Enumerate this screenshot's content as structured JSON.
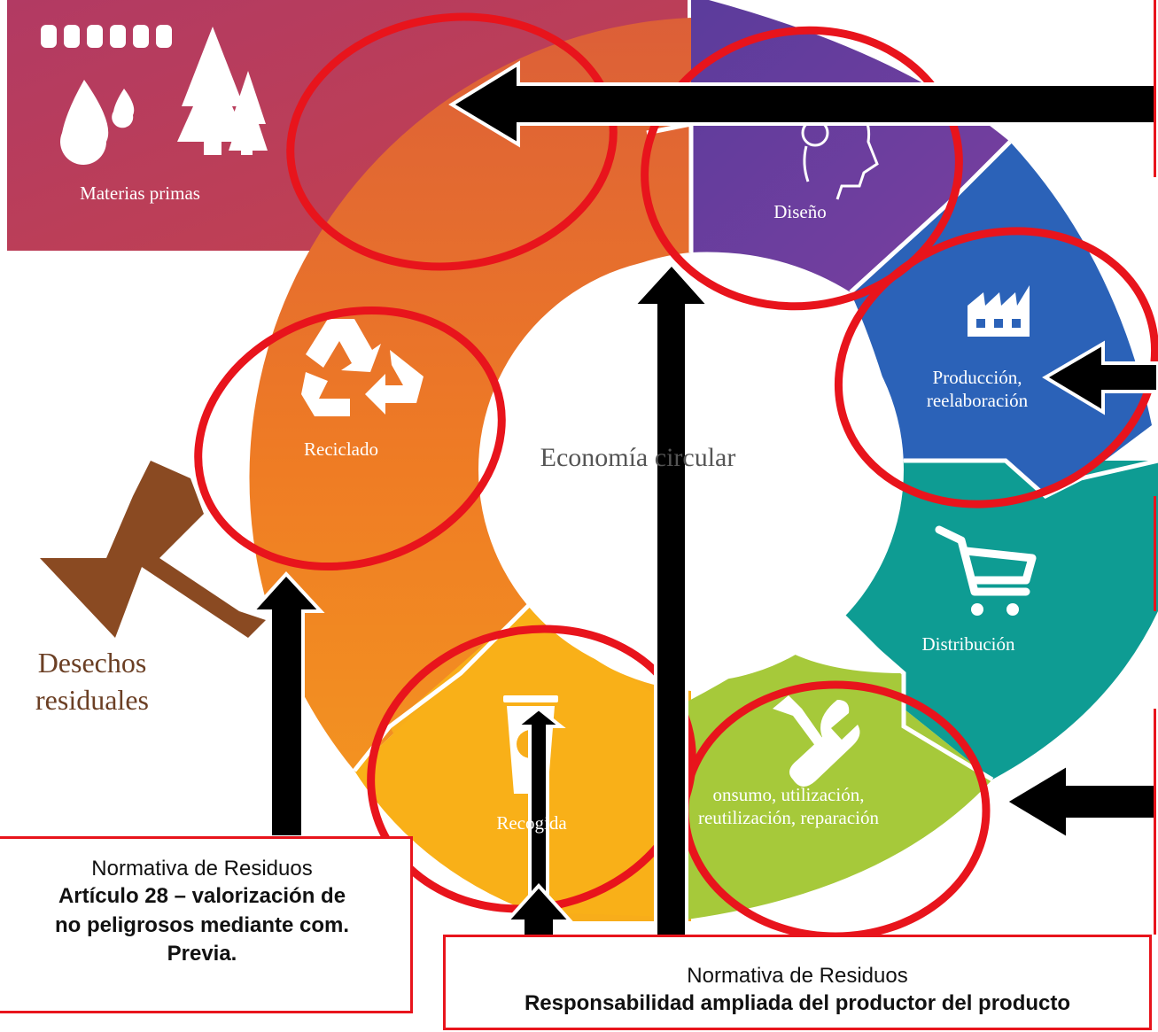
{
  "colors": {
    "raw_materials": "#b23a5e",
    "design": "#6d3f9e",
    "production": "#2a63b8",
    "distribution": "#0e9c93",
    "consumption": "#9cc53a",
    "collection": "#f7a91b",
    "recycling": "#ef7a22",
    "waste": "#8a4a22",
    "highlight_ellipse": "#e8141c",
    "arrow": "#000000"
  },
  "diagram": {
    "title": "Economía circular",
    "raw_materials": {
      "label": "Materias primas",
      "icons": [
        "wheat-icon",
        "water-drops-icon",
        "trees-icon"
      ]
    },
    "stages": [
      {
        "id": "design",
        "label": "Diseño",
        "icon": "head-gear-icon"
      },
      {
        "id": "production",
        "label": "Producción, reelaboración",
        "icon": "factory-icon"
      },
      {
        "id": "distribution",
        "label": "Distribución",
        "icon": "cart-icon"
      },
      {
        "id": "consumption",
        "label": "onsumo, utilización, reutilización, reparación",
        "icon": "tools-icon"
      },
      {
        "id": "collection",
        "label": "Recogida",
        "icon": "recycle-bin-icon"
      },
      {
        "id": "recycling",
        "label": "Reciclado",
        "icon": "recycle-icon"
      }
    ],
    "waste": {
      "label": "Desechos residuales",
      "icon": "down-arrow-icon"
    }
  },
  "notes": {
    "left": {
      "line1": "Normativa de Residuos",
      "line2": "Artículo 28 – valorización de",
      "line3": "no peligrosos mediante com.",
      "line4": "Previa."
    },
    "bottom": {
      "line1": "Normativa de Residuos",
      "line2": "Responsabilidad ampliada del productor del producto"
    }
  }
}
